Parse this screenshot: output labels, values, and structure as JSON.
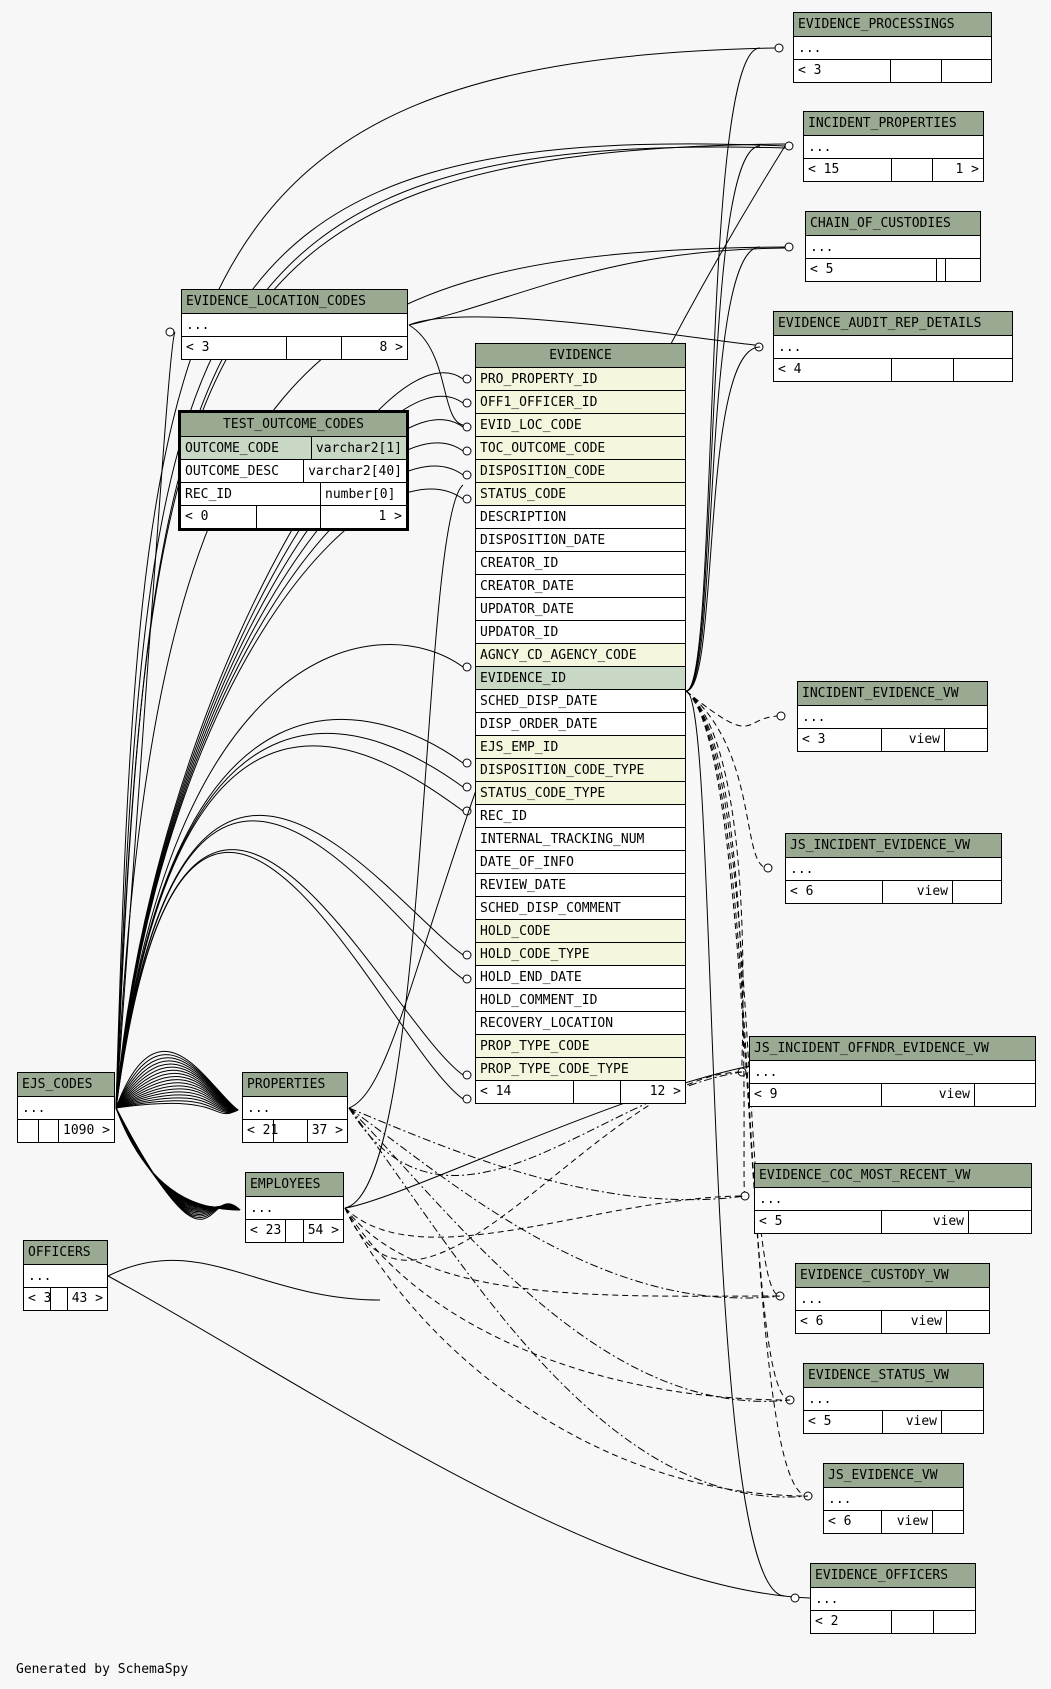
{
  "credit": "Generated by SchemaSpy",
  "evidence": {
    "title": "EVIDENCE",
    "columns": [
      {
        "name": "PRO_PROPERTY_ID",
        "kind": "fk"
      },
      {
        "name": "OFF1_OFFICER_ID",
        "kind": "fk"
      },
      {
        "name": "EVID_LOC_CODE",
        "kind": "fk"
      },
      {
        "name": "TOC_OUTCOME_CODE",
        "kind": "fk"
      },
      {
        "name": "DISPOSITION_CODE",
        "kind": "fk"
      },
      {
        "name": "STATUS_CODE",
        "kind": "fk"
      },
      {
        "name": "DESCRIPTION",
        "kind": "plain"
      },
      {
        "name": "DISPOSITION_DATE",
        "kind": "plain"
      },
      {
        "name": "CREATOR_ID",
        "kind": "plain"
      },
      {
        "name": "CREATOR_DATE",
        "kind": "plain"
      },
      {
        "name": "UPDATOR_DATE",
        "kind": "plain"
      },
      {
        "name": "UPDATOR_ID",
        "kind": "plain"
      },
      {
        "name": "AGNCY_CD_AGENCY_CODE",
        "kind": "fk"
      },
      {
        "name": "EVIDENCE_ID",
        "kind": "pk"
      },
      {
        "name": "SCHED_DISP_DATE",
        "kind": "plain"
      },
      {
        "name": "DISP_ORDER_DATE",
        "kind": "plain"
      },
      {
        "name": "EJS_EMP_ID",
        "kind": "fk"
      },
      {
        "name": "DISPOSITION_CODE_TYPE",
        "kind": "fk"
      },
      {
        "name": "STATUS_CODE_TYPE",
        "kind": "fk"
      },
      {
        "name": "REC_ID",
        "kind": "plain"
      },
      {
        "name": "INTERNAL_TRACKING_NUM",
        "kind": "plain"
      },
      {
        "name": "DATE_OF_INFO",
        "kind": "plain"
      },
      {
        "name": "REVIEW_DATE",
        "kind": "plain"
      },
      {
        "name": "SCHED_DISP_COMMENT",
        "kind": "plain"
      },
      {
        "name": "HOLD_CODE",
        "kind": "fk"
      },
      {
        "name": "HOLD_CODE_TYPE",
        "kind": "fk"
      },
      {
        "name": "HOLD_END_DATE",
        "kind": "plain"
      },
      {
        "name": "HOLD_COMMENT_ID",
        "kind": "plain"
      },
      {
        "name": "RECOVERY_LOCATION",
        "kind": "plain"
      },
      {
        "name": "PROP_TYPE_CODE",
        "kind": "fk"
      },
      {
        "name": "PROP_TYPE_CODE_TYPE",
        "kind": "fk"
      }
    ],
    "footer": [
      "< 14",
      "",
      "12 >"
    ]
  },
  "test_outcome_codes": {
    "title": "TEST_OUTCOME_CODES",
    "rows": [
      [
        "OUTCOME_CODE",
        "varchar2[1]"
      ],
      [
        "OUTCOME_DESC",
        "varchar2[40]"
      ],
      [
        "REC_ID",
        "number[0]"
      ]
    ],
    "footer": [
      "< 0",
      "",
      "1 >"
    ]
  },
  "summary_tables": [
    {
      "id": "evidence_processings",
      "title": "EVIDENCE_PROCESSINGS",
      "body": "...",
      "footer": [
        "< 3",
        "",
        ""
      ]
    },
    {
      "id": "incident_properties",
      "title": "INCIDENT_PROPERTIES",
      "body": "...",
      "footer": [
        "< 15",
        "",
        "1 >"
      ]
    },
    {
      "id": "chain_of_custodies",
      "title": "CHAIN_OF_CUSTODIES",
      "body": "...",
      "footer": [
        "< 5",
        "",
        ""
      ]
    },
    {
      "id": "evidence_audit_rep_details",
      "title": "EVIDENCE_AUDIT_REP_DETAILS",
      "body": "...",
      "footer": [
        "< 4",
        "",
        ""
      ]
    },
    {
      "id": "evidence_location_codes",
      "title": "EVIDENCE_LOCATION_CODES",
      "body": "...",
      "footer": [
        "< 3",
        "",
        "8 >"
      ]
    },
    {
      "id": "incident_evidence_vw",
      "title": "INCIDENT_EVIDENCE_VW",
      "body": "...",
      "footer": [
        "< 3",
        "view",
        ""
      ]
    },
    {
      "id": "js_incident_evidence_vw",
      "title": "JS_INCIDENT_EVIDENCE_VW",
      "body": "...",
      "footer": [
        "< 6",
        "view",
        ""
      ]
    },
    {
      "id": "js_incident_offndr_evidence_vw",
      "title": "JS_INCIDENT_OFFNDR_EVIDENCE_VW",
      "body": "...",
      "footer": [
        "< 9",
        "view",
        ""
      ]
    },
    {
      "id": "evidence_coc_most_recent_vw",
      "title": "EVIDENCE_COC_MOST_RECENT_VW",
      "body": "...",
      "footer": [
        "< 5",
        "view",
        ""
      ]
    },
    {
      "id": "evidence_custody_vw",
      "title": "EVIDENCE_CUSTODY_VW",
      "body": "...",
      "footer": [
        "< 6",
        "view",
        ""
      ]
    },
    {
      "id": "evidence_status_vw",
      "title": "EVIDENCE_STATUS_VW",
      "body": "...",
      "footer": [
        "< 5",
        "view",
        ""
      ]
    },
    {
      "id": "js_evidence_vw",
      "title": "JS_EVIDENCE_VW",
      "body": "...",
      "footer": [
        "< 6",
        "view",
        ""
      ]
    },
    {
      "id": "evidence_officers",
      "title": "EVIDENCE_OFFICERS",
      "body": "...",
      "footer": [
        "< 2",
        "",
        ""
      ]
    },
    {
      "id": "ejs_codes",
      "title": "EJS_CODES",
      "body": "...",
      "footer": [
        "",
        "",
        "1090 >"
      ]
    },
    {
      "id": "properties",
      "title": "PROPERTIES",
      "body": "...",
      "footer": [
        "< 21",
        "",
        "37 >"
      ]
    },
    {
      "id": "employees",
      "title": "EMPLOYEES",
      "body": "...",
      "footer": [
        "< 23",
        "",
        "54 >"
      ]
    },
    {
      "id": "officers",
      "title": "OFFICERS",
      "body": "...",
      "footer": [
        "< 3",
        "",
        "43 >"
      ]
    }
  ]
}
